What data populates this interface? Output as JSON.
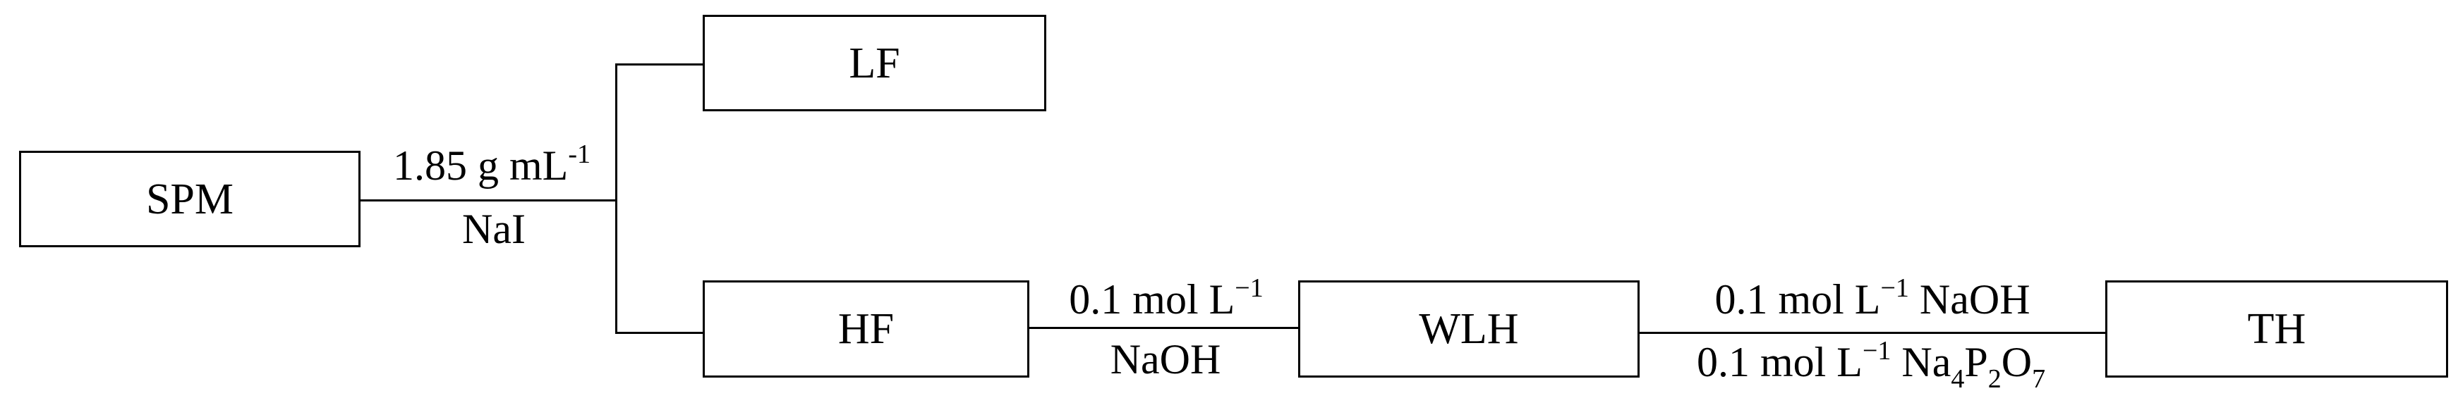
{
  "boxes": {
    "spm": "SPM",
    "lf": "LF",
    "hf": "HF",
    "wlh": "WLH",
    "th": "TH"
  },
  "edges": {
    "density": {
      "value": "1.85 g mL",
      "exponent": "-1",
      "reagent": "NaI"
    },
    "naoh_step": {
      "concentration": "0.1 mol L",
      "exponent": "−1",
      "reagent": "NaOH"
    },
    "mixed_step": {
      "top_concentration": "0.1 mol L",
      "top_exponent": "−1",
      "top_reagent": " NaOH",
      "bottom_concentration": "0.1 mol L",
      "bottom_exponent": "−1",
      "bottom_reagent_na": " Na",
      "bottom_sub_na": "4",
      "bottom_reagent_p": "P",
      "bottom_sub_p": "2",
      "bottom_reagent_o": "O",
      "bottom_sub_o": "7"
    }
  }
}
